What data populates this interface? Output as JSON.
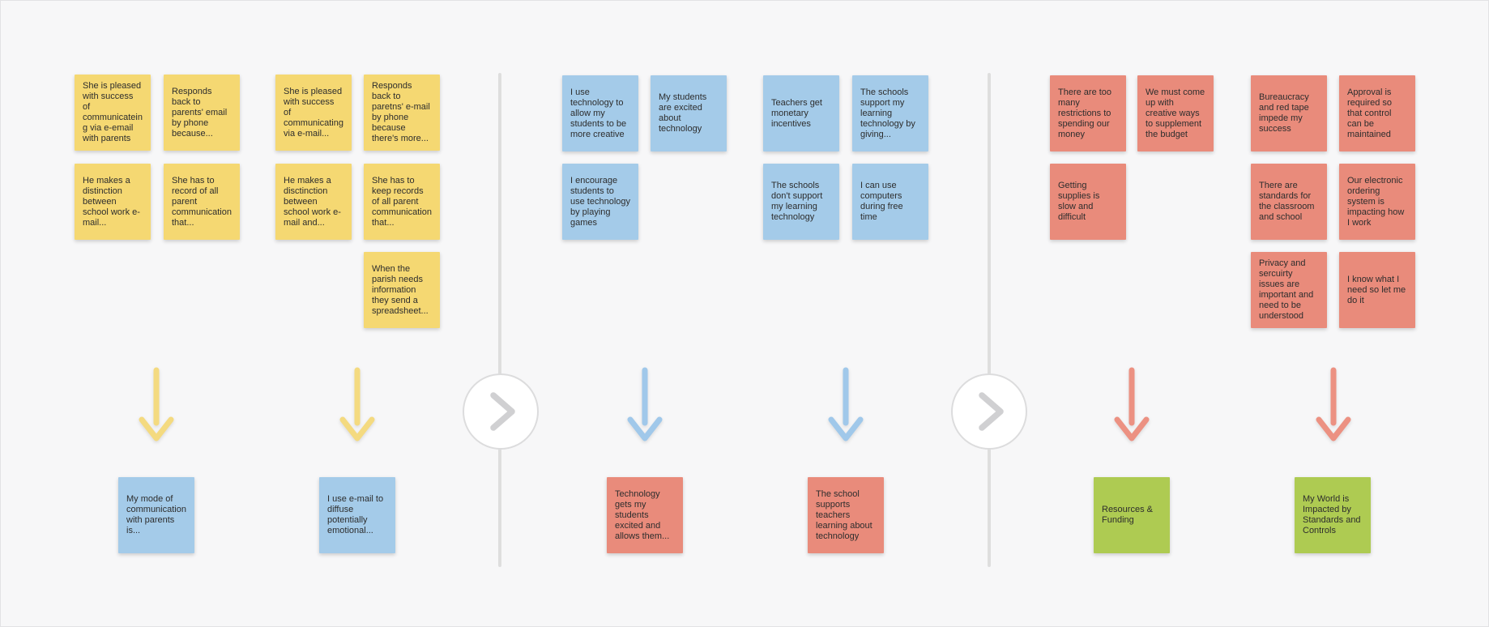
{
  "app": {
    "view": "affinity-diagram-whiteboard"
  },
  "colors": {
    "background": "#f7f7f8",
    "yellow": "#f5d872",
    "blue": "#a4cbe9",
    "red": "#e98b7b",
    "green": "#aecb52",
    "divider": "#dedede",
    "chevron": "#d0d0d2",
    "text": "#2d2d2d"
  },
  "icons": {
    "next_section": "chevron-right",
    "group_connector": "arrow-down"
  },
  "sections": {
    "email_communication": {
      "cluster_a": [
        "She is pleased with success of communicateing via e-email with parents",
        "Responds back to parents' email by phone because...",
        "He makes a distinction between school work e-mail...",
        "She has to record of all parent communication that..."
      ],
      "cluster_b": [
        "She is pleased with success of communicating via e-mail...",
        "Responds back to paretns' e-mail by phone because there's more...",
        "He makes a disctinction between school work e-mail and...",
        "She has to keep records of all parent communication that...",
        "When the parish needs information they send a spreadsheet..."
      ],
      "summaries": [
        "My mode of communication with parents is...",
        "I use e-mail to diffuse potentially emotional..."
      ]
    },
    "technology": {
      "cluster_a": [
        "I use technology to allow my students to be more creative",
        "My students are excited about technology",
        "I encourage students to use technology by playing games"
      ],
      "cluster_b": [
        "Teachers get monetary incentives",
        "The schools support my learning technology by giving...",
        "The schools don't support my learning technology",
        "I can use computers during free time"
      ],
      "summaries": [
        "Technology gets my students excited and allows them...",
        "The school supports teachers learning about technology"
      ]
    },
    "resources": {
      "cluster_a": [
        "There are too many restrictions to spending our money",
        "We must come up with creative ways to supplement the budget",
        "Getting supplies is slow and difficult"
      ],
      "cluster_b": [
        "Bureaucracy and red tape impede my success",
        "Approval is required so that control can be maintained",
        "There are standards for the classroom and school",
        "Our electronic ordering system is impacting how I work",
        "Privacy and sercuirty issues are important and need to be understood",
        "I know what I need so let me do it"
      ],
      "summaries": [
        "Resources & Funding",
        "My World is Impacted by Standards and Controls"
      ]
    }
  }
}
